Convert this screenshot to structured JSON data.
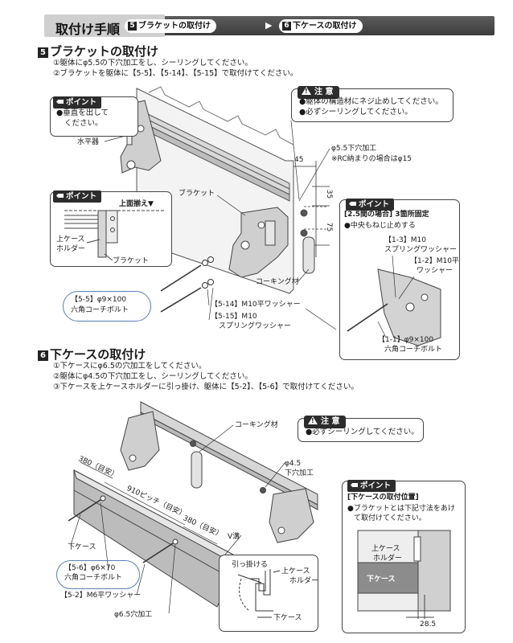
{
  "header": {
    "title": "取付け手順",
    "step5_num": "5",
    "step5_label": "ブラケットの取付け",
    "step6_num": "6",
    "step6_label": "下ケースの取付け"
  },
  "section5": {
    "num": "5",
    "title": "ブラケットの取付け",
    "instructions": [
      "①躯体にφ5.5の下穴加工をし、シーリングしてください。",
      "②ブラケットを躯体に【5-5】、【5-14】、【5-15】で取付けてください。"
    ],
    "point1": {
      "tag": "ポイント",
      "text_line1": "●垂直を出して",
      "text_line2": "ください。"
    },
    "level_label": "水平器",
    "caution": {
      "tag": "注 意",
      "items": [
        "●躯体の構造材にネジ止めしてください。",
        "●必ずシーリングしてください。"
      ]
    },
    "hole_note_line1": "φ5.5下穴加工",
    "hole_note_line2": "※RC納まりの場合はφ15",
    "dims": {
      "d45": "45",
      "d35": "35",
      "d75": "75"
    },
    "point2": {
      "tag": "ポイント",
      "top_label": "上面揃え▼",
      "holder_line1": "上ケース",
      "holder_line2": "ホルダー",
      "bracket_label": "ブラケット"
    },
    "bracket_label": "ブラケット",
    "caulking_label": "コーキング材",
    "part_5_5_line1": "【5-5】φ9×100",
    "part_5_5_line2": "六角コーチボルト",
    "part_5_14": "【5-14】M10平ワッシャー",
    "part_5_15_line1": "【5-15】M10",
    "part_5_15_line2": "スプリングワッシャー",
    "point3": {
      "tag": "ポイント",
      "heading": "[2.5間の場合] 3箇所固定",
      "bullet": "●中央もねじ止めする",
      "p13_line1": "【1-3】M10",
      "p13_line2": "スプリングワッシャー",
      "p12_line1": "【1-2】M10平",
      "p12_line2": "ワッシャー",
      "p11_line1": "【1-1】φ9×100",
      "p11_line2": "六角コーチボルト"
    }
  },
  "section6": {
    "num": "6",
    "title": "下ケースの取付け",
    "instructions": [
      "①下ケースにφ6.5の穴加工をしてください。",
      "②躯体にφ4.5の下穴加工をし、シーリングしてください。",
      "③下ケースを上ケースホルダーに引っ掛け、躯体に【5-2】、【5-6】で取付けてください。"
    ],
    "caulking_label": "コーキング材",
    "caution": {
      "tag": "注 意",
      "items": [
        "●必ずシーリングしてください。"
      ]
    },
    "hole45_line1": "φ4.5",
    "hole45_line2": "下穴加工",
    "dim380a": "380（目安）",
    "pitch910": "910ピッチ（目安）",
    "dim380b": "380（目安）",
    "lower_case": "下ケース",
    "v_groove": "V溝",
    "part_5_6_line1": "【5-6】φ6×70",
    "part_5_6_line2": "六角コーチボルト",
    "part_5_2": "【5-2】M6平ワッシャー",
    "hole65": "φ6.5穴加工",
    "hook": {
      "title": "引っ掛ける",
      "holder_line1": "上ケース",
      "holder_line2": "ホルダー",
      "lower_case": "下ケース"
    },
    "point": {
      "tag": "ポイント",
      "heading": "[下ケースの取付位置]",
      "text_line1": "●ブラケットとは下記寸法をあけ",
      "text_line2": "て取付けてください。",
      "holder_line1": "上ケース",
      "holder_line2": "ホルダー",
      "lower_case": "下ケース",
      "dim": "28.5"
    }
  }
}
